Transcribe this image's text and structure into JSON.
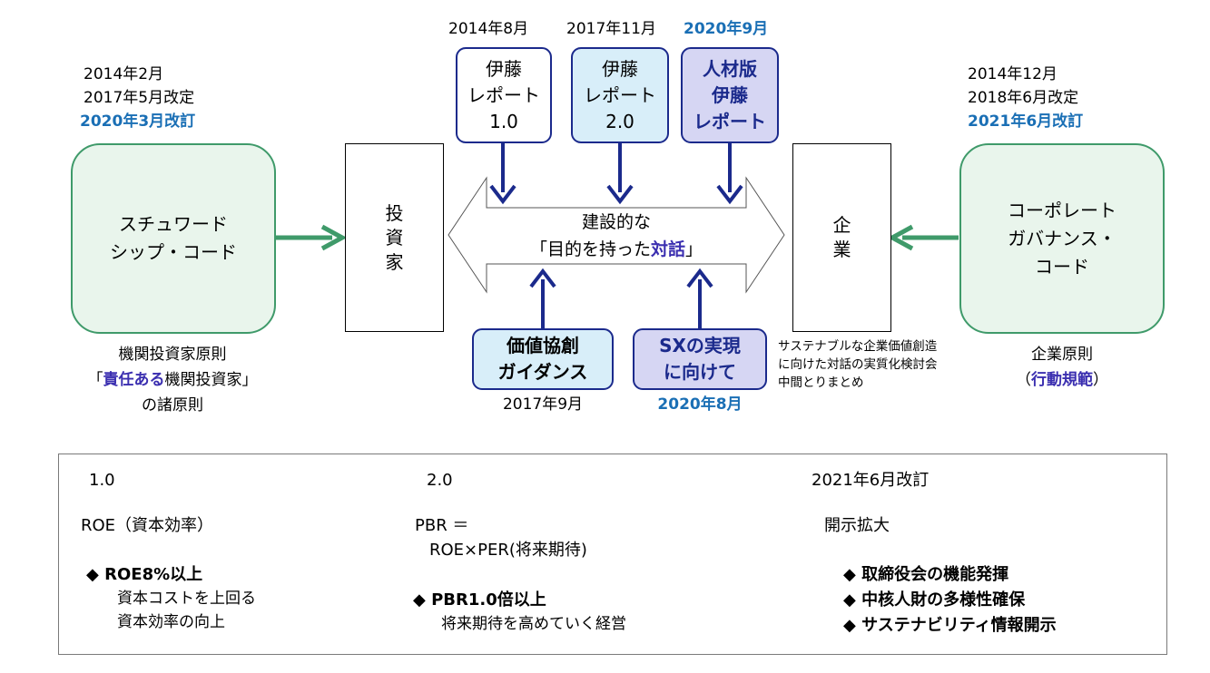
{
  "left_code": {
    "dates": [
      "2014年2月",
      "2017年5月改定"
    ],
    "date_highlight": "2020年3月改訂",
    "box_line1": "スチュワード",
    "box_line2": "シップ・コード",
    "caption_line1": "機関投資家原則",
    "caption_prefix": "「",
    "caption_emph": "責任ある",
    "caption_mid": "機関投資家」",
    "caption_line3": "の諸原則"
  },
  "right_code": {
    "dates": [
      "2014年12月",
      "2018年6月改定"
    ],
    "date_highlight": "2021年6月改訂",
    "box_line1": "コーポレート",
    "box_line2": "ガバナンス・",
    "box_line3": "コード",
    "caption_line1": "企業原則",
    "caption_open": "（",
    "caption_emph": "行動規範",
    "caption_close": "）"
  },
  "investor_box": "投資家",
  "company_box": "企業",
  "dialogue": {
    "line1": "建設的な",
    "line2_prefix": "「目的を持った",
    "line2_emph": "対話",
    "line2_suffix": "」"
  },
  "top_reports": [
    {
      "date": "2014年8月",
      "lines": [
        "伊藤",
        "レポート",
        "1.0"
      ]
    },
    {
      "date": "2017年11月",
      "lines": [
        "伊藤",
        "レポート",
        "2.0"
      ]
    },
    {
      "date": "2020年9月",
      "lines": [
        "人材版",
        "伊藤",
        "レポート"
      ]
    }
  ],
  "bottom_reports": [
    {
      "date": "2017年9月",
      "lines": [
        "価値協創",
        "ガイダンス"
      ]
    },
    {
      "date": "2020年8月",
      "lines": [
        "SXの実現",
        "に向けて"
      ]
    }
  ],
  "sx_note": [
    "サステナブルな企業価値創造",
    "に向けた対話の実質化検討会",
    "中間とりまとめ"
  ],
  "summary": {
    "col1": {
      "version": "1.0",
      "heading": "ROE（資本効率）",
      "bullet": "ROE8%以上",
      "sub": [
        "資本コストを上回る",
        "資本効率の向上"
      ]
    },
    "col2": {
      "version": "2.0",
      "heading1": "PBR ＝",
      "heading2": "ROE×PER(将来期待)",
      "bullet": "PBR1.0倍以上",
      "sub": [
        "将来期待を高めていく経営"
      ]
    },
    "col3": {
      "version": "2021年6月改訂",
      "heading": "開示拡大",
      "bullets": [
        "取締役会の機能発揮",
        "中核人財の多様性確保",
        "サステナビリティ情報開示"
      ]
    }
  },
  "colors": {
    "green_border": "#3f9a6a",
    "green_fill": "#e9f5ec",
    "navy": "#1b2a8c",
    "highlight_blue": "#1a6fb5",
    "highlight_purple": "#3b2fb0"
  }
}
